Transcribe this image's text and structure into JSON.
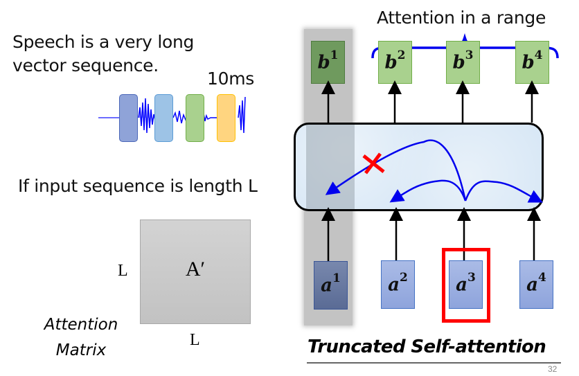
{
  "left_panel": {
    "speech_line1": "Speech is a very long",
    "speech_line2": "vector sequence.",
    "frame_duration": "10ms",
    "input_length_text": "If input sequence is length L",
    "matrix_label": "A′",
    "matrix_row_dim": "L",
    "matrix_col_dim": "L",
    "matrix_caption_line1": "Attention",
    "matrix_caption_line2": "Matrix",
    "wave_frame_colors": [
      "#8fa3d8",
      "#9dc3e6",
      "#a9d18e",
      "#ffd580"
    ]
  },
  "right_panel": {
    "range_label": "Attention in a range",
    "outputs": [
      {
        "base": "b",
        "sup": "1"
      },
      {
        "base": "b",
        "sup": "2"
      },
      {
        "base": "b",
        "sup": "3"
      },
      {
        "base": "b",
        "sup": "4"
      }
    ],
    "inputs": [
      {
        "base": "a",
        "sup": "1"
      },
      {
        "base": "a",
        "sup": "2"
      },
      {
        "base": "a",
        "sup": "3"
      },
      {
        "base": "a",
        "sup": "4"
      }
    ],
    "highlighted_input": "a3",
    "excluded_position": "1",
    "title": "Truncated Self-attention"
  },
  "colors": {
    "arrow_blue": "#0000ee",
    "highlight_red": "#ff0000",
    "output_green": "#a9d18e",
    "input_blue": "#8ea4dc"
  },
  "page_number": "32"
}
